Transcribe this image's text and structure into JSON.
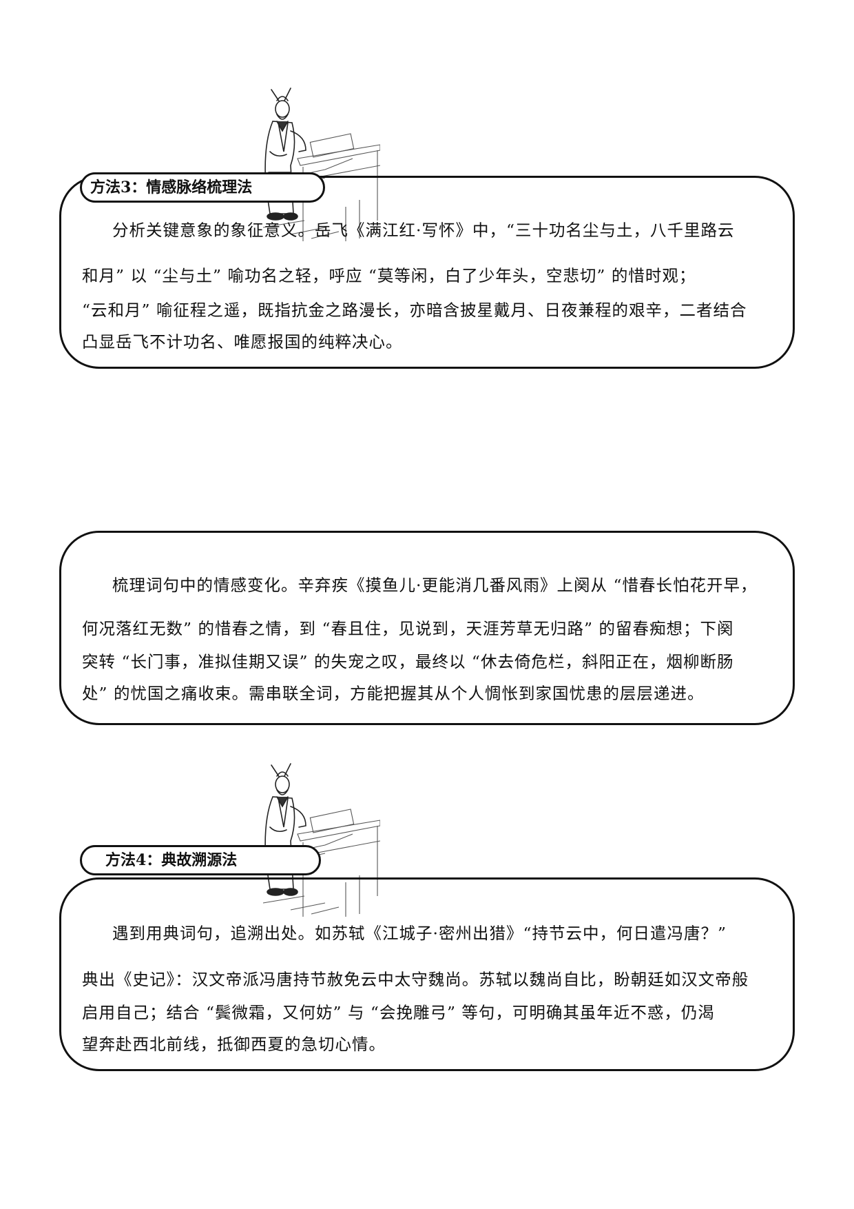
{
  "sections": [
    {
      "tab_label": "方法3：情感脉络梳理法",
      "lines": [
        "分析关键意象的象征意义。岳飞《满江红·写怀》中，“三十功名尘与土，八千里路云",
        "和月” 以 “尘与土” 喻功名之轻，呼应 “莫等闲，白了少年头，空悲切” 的惜时观；",
        "“云和月” 喻征程之遥，既指抗金之路漫长，亦暗含披星戴月、日夜兼程的艰辛，二者结合",
        "凸显岳飞不计功名、唯愿报国的纯粹决心。"
      ]
    },
    {
      "tab_label": "",
      "lines": [
        "梳理词句中的情感变化。辛弃疾《摸鱼儿·更能消几番风雨》上阕从 “惜春长怕花开早，",
        "何况落红无数” 的惜春之情，到 “春且住，见说到，天涯芳草无归路” 的留春痴想；下阕",
        "突转 “长门事，准拟佳期又误” 的失宠之叹，最终以 “休去倚危栏，斜阳正在，烟柳断肠",
        "处” 的忧国之痛收束。需串联全词，方能把握其从个人惆怅到家国忧患的层层递进。"
      ]
    },
    {
      "tab_label": "方法4：典故溯源法",
      "lines": [
        "遇到用典词句，追溯出处。如苏轼《江城子·密州出猎》“持节云中，何日遣冯唐？”",
        "典出《史记》：汉文帝派冯唐持节赦免云中太守魏尚。苏轼以魏尚自比，盼朝廷如汉文帝般",
        "启用自己；结合 “鬓微霜，又何妨” 与 “会挽雕弓” 等句，可明确其虽年近不惑，仍渴",
        "望奔赴西北前线，抵御西夏的急切心情。"
      ]
    }
  ],
  "illustration": "scholar-playing-guqin-illustration",
  "colors": {
    "border": "#111111",
    "text": "#111111",
    "background": "#ffffff"
  }
}
